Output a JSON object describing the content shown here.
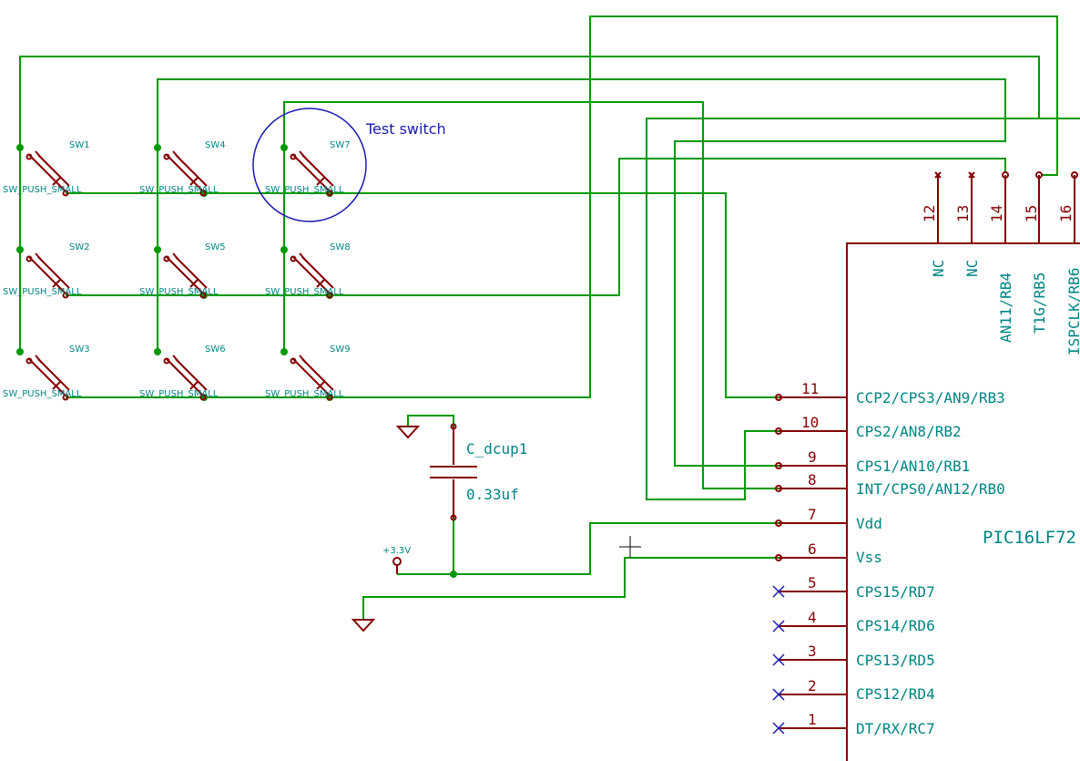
{
  "annotation": {
    "text": "Test switch"
  },
  "switches": [
    {
      "ref": "SW1",
      "value": "SW_PUSH_SMALL"
    },
    {
      "ref": "SW2",
      "value": "SW_PUSH_SMALL"
    },
    {
      "ref": "SW3",
      "value": "SW_PUSH_SMALL"
    },
    {
      "ref": "SW4",
      "value": "SW_PUSH_SMALL"
    },
    {
      "ref": "SW5",
      "value": "SW_PUSH_SMALL"
    },
    {
      "ref": "SW6",
      "value": "SW_PUSH_SMALL"
    },
    {
      "ref": "SW7",
      "value": "SW_PUSH_SMALL"
    },
    {
      "ref": "SW8",
      "value": "SW_PUSH_SMALL"
    },
    {
      "ref": "SW9",
      "value": "SW_PUSH_SMALL"
    }
  ],
  "capacitor": {
    "ref": "C_dcup1",
    "value": "0.33uf"
  },
  "power": {
    "label": "+3.3V"
  },
  "ic": {
    "name": "PIC16LF72",
    "left_pins": [
      {
        "num": "11",
        "name": "CCP2/CPS3/AN9/RB3"
      },
      {
        "num": "10",
        "name": "CPS2/AN8/RB2"
      },
      {
        "num": "9",
        "name": "CPS1/AN10/RB1"
      },
      {
        "num": "8",
        "name": "INT/CPS0/AN12/RB0"
      },
      {
        "num": "7",
        "name": "Vdd"
      },
      {
        "num": "6",
        "name": "Vss"
      },
      {
        "num": "5",
        "name": "CPS15/RD7"
      },
      {
        "num": "4",
        "name": "CPS14/RD6"
      },
      {
        "num": "3",
        "name": "CPS13/RD5"
      },
      {
        "num": "2",
        "name": "CPS12/RD4"
      },
      {
        "num": "1",
        "name": "DT/RX/RC7"
      }
    ],
    "top_pins": [
      {
        "num": "12",
        "name": "NC"
      },
      {
        "num": "13",
        "name": "NC"
      },
      {
        "num": "14",
        "name": "AN11/RB4"
      },
      {
        "num": "15",
        "name": "T1G/RB5"
      },
      {
        "num": "16",
        "name": "ISPCLK/RB6"
      }
    ]
  },
  "colors": {
    "wire": "#009900",
    "component": "#840000",
    "label": "#008484",
    "note": "#1a1ab0"
  }
}
